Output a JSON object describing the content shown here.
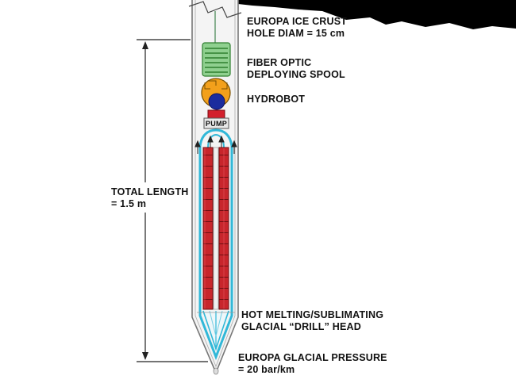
{
  "labels": {
    "ice_crust_line1": "EUROPA ICE CRUST",
    "ice_crust_line2": "HOLE DIAM = 15 cm",
    "spool_line1": "FIBER OPTIC",
    "spool_line2": "DEPLOYING SPOOL",
    "hydrobot": "HYDROBOT",
    "pump": "PUMP",
    "total_length_line1": "TOTAL LENGTH",
    "total_length_line2": "= 1.5 m",
    "drill_line1": "HOT MELTING/SUBLIMATING",
    "drill_line2": "GLACIAL “DRILL” HEAD",
    "pressure_line1": "EUROPA GLACIAL PRESSURE",
    "pressure_line2": "= 20 bar/km"
  },
  "colors": {
    "ice_surface": "#000000",
    "probe_body": "#f4f4f4",
    "probe_outline": "#777777",
    "spool": "#8fd08f",
    "spool_line": "#2f7f2f",
    "hydrobot_orange": "#f3a01b",
    "hydrobot_blue": "#1b2c9e",
    "pump_housing": "#d21f2c",
    "heater_red": "#c8262c",
    "coolant_cyan": "#31b8d8"
  }
}
